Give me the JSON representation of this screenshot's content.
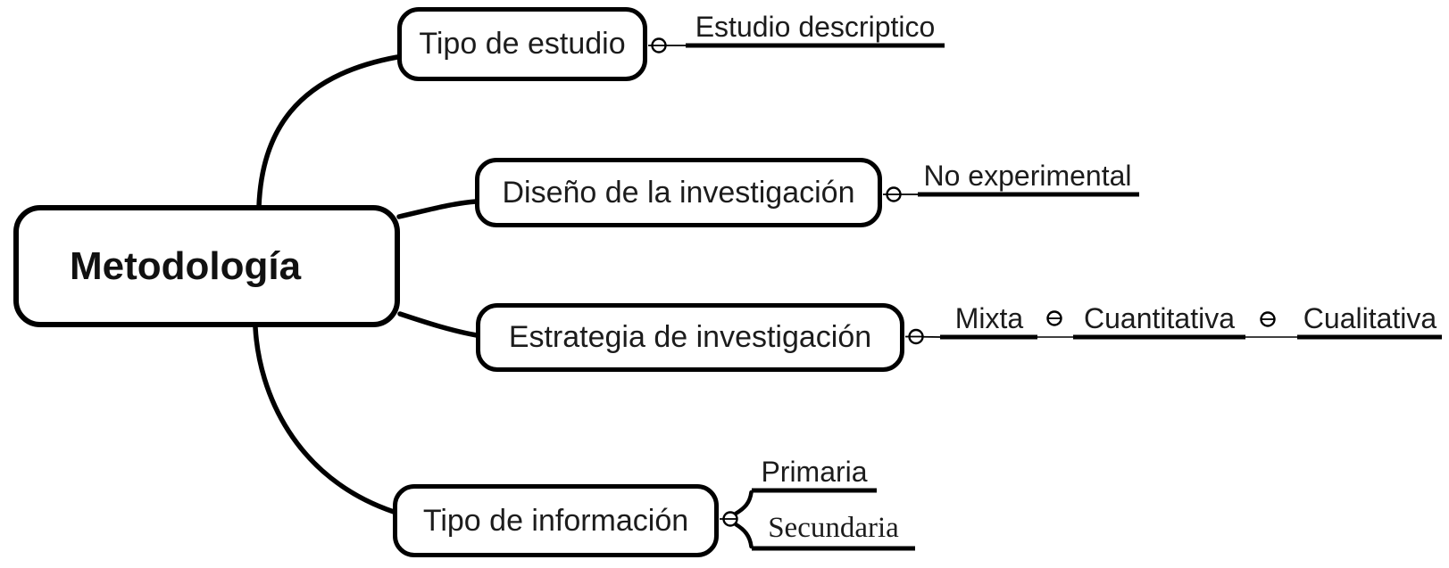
{
  "mindmap": {
    "root": {
      "label": "Metodología"
    },
    "branches": [
      {
        "label": "Tipo de estudio",
        "children": [
          {
            "label": "Estudio descriptico"
          }
        ]
      },
      {
        "label": "Diseño de la investigación",
        "children": [
          {
            "label": "No experimental"
          }
        ]
      },
      {
        "label": "Estrategia de investigación",
        "children": [
          {
            "label": "Mixta",
            "children": [
              {
                "label": "Cuantitativa",
                "children": [
                  {
                    "label": "Cualitativa"
                  }
                ]
              }
            ]
          }
        ]
      },
      {
        "label": "Tipo de información",
        "children": [
          {
            "label": "Primaria"
          },
          {
            "label": "Secundaria"
          }
        ]
      }
    ],
    "icons": {
      "collapse_toggle": "minus-circle"
    },
    "style": {
      "line_color": "#000000",
      "background_color": "#ffffff",
      "text_color": "#1c1c1c"
    }
  }
}
